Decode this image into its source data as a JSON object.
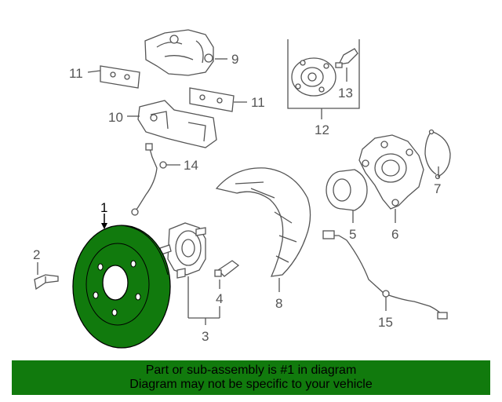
{
  "callouts": {
    "c1": "1",
    "c2": "2",
    "c3": "3",
    "c4": "4",
    "c5": "5",
    "c6": "6",
    "c7": "7",
    "c8": "8",
    "c9": "9",
    "c10": "10",
    "c11a": "11",
    "c11b": "11",
    "c12": "12",
    "c13": "13",
    "c14": "14",
    "c15": "15"
  },
  "highlight": {
    "part_number": "1",
    "color": "#117a0d"
  },
  "banner": {
    "line1": "Part or sub-assembly is #1 in diagram",
    "line2": "Diagram may not be specific to your vehicle"
  },
  "colors": {
    "banner_bg": "#117a0d",
    "line_art": "#555555",
    "rotor_fill": "#117a0d"
  }
}
